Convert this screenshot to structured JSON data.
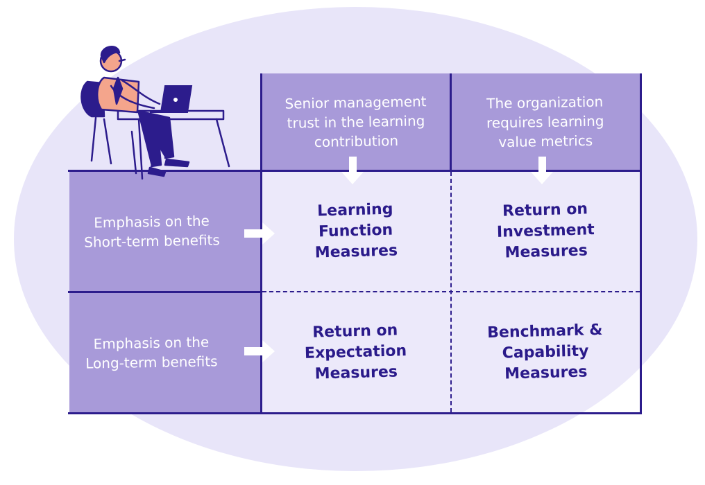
{
  "diagram": {
    "column_headers": [
      "Senior management\ntrust in the learning\ncontribution",
      "The organization\nrequires learning\nvalue metrics"
    ],
    "row_headers": [
      "Emphasis on the\nShort-term benefits",
      "Emphasis on the\nLong-term benefits"
    ],
    "cells": [
      [
        "Learning\nFunction\nMeasures",
        "Return on\nInvestment\nMeasures"
      ],
      [
        "Return on\nExpectation\nMeasures",
        "Benchmark &\nCapability\nMeasures"
      ]
    ]
  },
  "colors": {
    "header_fill": "#a89ad9",
    "grid_line": "#2c1c8c",
    "measure_text": "#2a1a8a",
    "background_blob": "#e8e5f9"
  },
  "icons": [
    "person-at-desk-illustration",
    "laptop-icon",
    "right-arrow-icon",
    "down-arrow-icon"
  ]
}
